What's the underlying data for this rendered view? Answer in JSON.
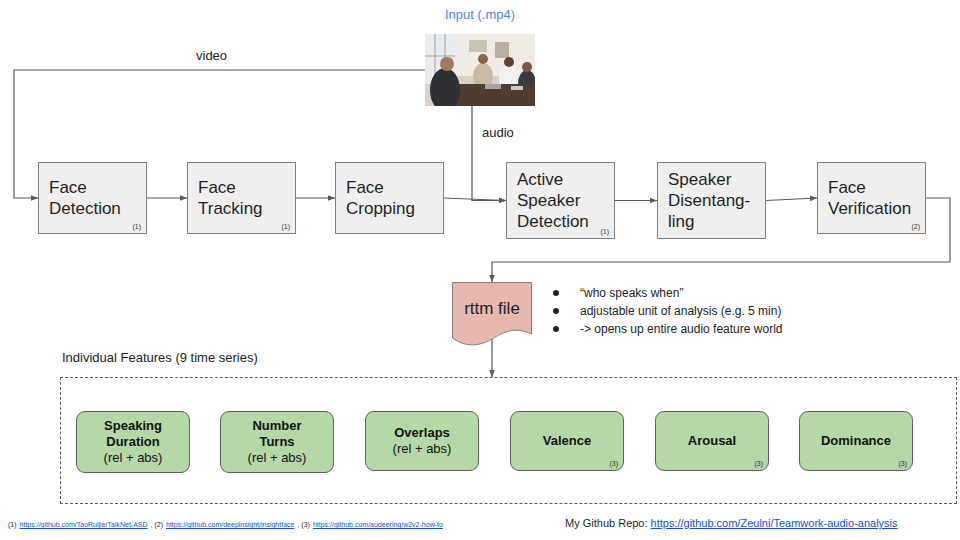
{
  "diagram": {
    "nodes": [
      {
        "text": [
          "Input (.mp4)"
        ]
      },
      {
        "text": [
          "Face Detection",
          "(1)"
        ]
      },
      {
        "text": [
          "Face Tracking",
          "(1)"
        ]
      },
      {
        "text": [
          "Face Cropping"
        ]
      },
      {
        "text": [
          "Active Speaker Detection",
          "(1)"
        ]
      },
      {
        "text": [
          "Speaker Disentang- ling"
        ]
      },
      {
        "text": [
          "Face Verification",
          "(2)"
        ]
      },
      {
        "text": [
          "rttm file"
        ]
      },
      {
        "text": [
          "Individual Features (9 time series)"
        ]
      },
      {
        "text": [
          "Speaking Duration",
          "(rel + abs)"
        ],
        "in": 8
      },
      {
        "text": [
          "Number Turns",
          "(rel + abs)"
        ],
        "in": 8
      },
      {
        "text": [
          "Overlaps",
          "(rel + abs)"
        ],
        "in": 8
      },
      {
        "text": [
          "Valence",
          "(3)"
        ],
        "in": 8
      },
      {
        "text": [
          "Arousal",
          "(3)"
        ],
        "in": 8
      },
      {
        "text": [
          "Dominance",
          "(3)"
        ],
        "in": 8
      }
    ],
    "edges": [
      {
        "from": 0,
        "to": 1,
        "label": "video",
        "arrow": "to"
      },
      {
        "from": 1,
        "to": 2,
        "arrow": "to"
      },
      {
        "from": 2,
        "to": 3,
        "arrow": "to"
      },
      {
        "from": 3,
        "to": 4,
        "arrow": "to"
      },
      {
        "from": 0,
        "to": 4,
        "label": "audio",
        "arrow": "to"
      },
      {
        "from": 4,
        "to": 5,
        "arrow": "to"
      },
      {
        "from": 5,
        "to": 6,
        "arrow": "to"
      },
      {
        "from": 6,
        "to": 7,
        "arrow": "to"
      },
      {
        "from": 7,
        "to": 8,
        "arrow": "to"
      }
    ],
    "labels": [
      "“who speaks when”",
      "adjustable unit of analysis (e.g. 5 min)",
      "-> opens up entire audio feature world",
      "(1)",
      "https://github.com/TaoRuijie/TalkNet-ASD",
      ", (2)",
      "https://github.com/deepinsight/insightface",
      ", (3)",
      "https://github.com/audeering/w2v2-how-to",
      "My Github Repo:",
      "https://github.com/Zeulni/Teamwork-audio-analysis"
    ]
  }
}
